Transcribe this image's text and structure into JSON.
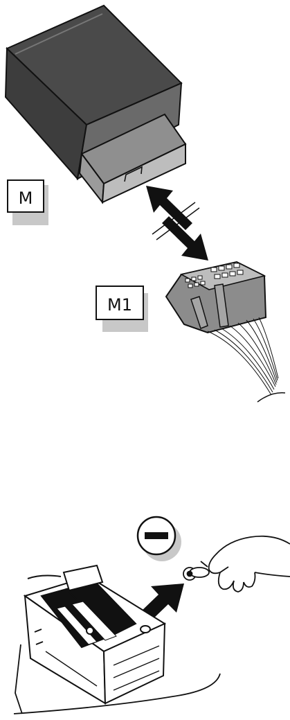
{
  "labels": {
    "module": "M",
    "connector": "M1"
  },
  "colors": {
    "module_top": "#4a4a4a",
    "module_front": "#6e6e6e",
    "module_side": "#3a3a3a",
    "plug": "#a9a9a9",
    "connector": "#8c8c8c",
    "arrow": "#111111",
    "shadow": "#c8c8c8"
  },
  "icons": [
    "control-module",
    "double-arrow",
    "wiring-connector",
    "minus-symbol",
    "battery",
    "hand-with-terminal",
    "disconnect-arrow"
  ]
}
